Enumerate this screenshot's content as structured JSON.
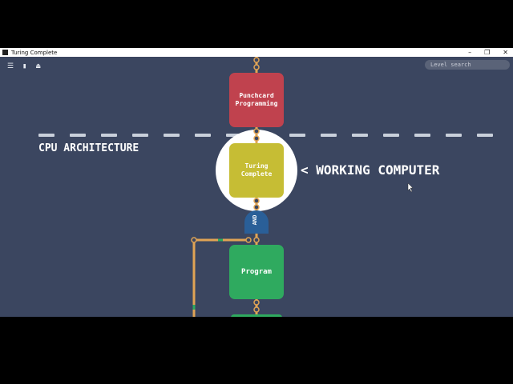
{
  "window": {
    "title": "Turing Complete",
    "controls": [
      "–",
      "❐",
      "✕"
    ]
  },
  "toolbar": {
    "menu_icon": "☰",
    "clipboard_icon": "▮",
    "inbox_icon": "⏏"
  },
  "search": {
    "placeholder": "Level search"
  },
  "labels": {
    "section": "CPU ARCHITECTURE",
    "current_level_pointer": "<",
    "current_level": "WORKING COMPUTER"
  },
  "nodes": {
    "punchcard": "Punchcard\nProgramming",
    "turing": "Turing\nComplete",
    "and_gate": "AND",
    "program": "Program"
  },
  "colors": {
    "background": "#3b4660",
    "punchcard": "#c0424e",
    "turing": "#c6bd34",
    "program": "#2faa5f",
    "and_gate": "#2a5f98",
    "wire": "#e0a455",
    "highlight": "#ffffff"
  }
}
